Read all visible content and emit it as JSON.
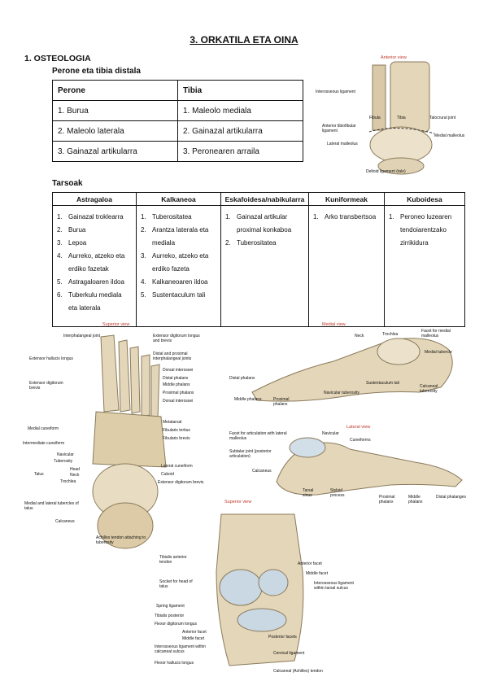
{
  "title": "3. ORKATILA ETA OINA",
  "section": "1. OSTEOLOGIA",
  "perone_tibia": {
    "heading": "Perone eta tibia distala",
    "columns": [
      "Perone",
      "Tibia"
    ],
    "rows": [
      [
        "1. Burua",
        "1. Maleolo mediala"
      ],
      [
        "2. Maleolo laterala",
        "2. Gainazal artikularra"
      ],
      [
        "3. Gainazal artikularra",
        "3. Peronearen arraila"
      ]
    ]
  },
  "tarsoak": {
    "heading": "Tarsoak",
    "columns": [
      "Astragaloa",
      "Kalkaneoa",
      "Eskafoidesa/nabikularra",
      "Kuniformeak",
      "Kuboidesa"
    ],
    "cells": [
      [
        {
          "n": "1.",
          "t": "Gainazal troklearra"
        },
        {
          "n": "2.",
          "t": "Burua"
        },
        {
          "n": "3.",
          "t": "Lepoa"
        },
        {
          "n": "4.",
          "t": "Aurreko, atzeko eta erdiko fazetak"
        },
        {
          "n": "5.",
          "t": "Astragaloaren ildoa"
        },
        {
          "n": "6.",
          "t": "Tuberkulu mediala eta laterala"
        }
      ],
      [
        {
          "n": "1.",
          "t": "Tuberositatea"
        },
        {
          "n": "2.",
          "t": "Arantza laterala eta mediala"
        },
        {
          "n": "3.",
          "t": "Aurreko, atzeko eta erdiko fazeta"
        },
        {
          "n": "4.",
          "t": "Kalkaneoaren ildoa"
        },
        {
          "n": "5.",
          "t": "Sustentaculum tali"
        }
      ],
      [
        {
          "n": "1.",
          "t": "Gainazal artikular proximal konkaboa"
        },
        {
          "n": "2.",
          "t": "Tuberositatea"
        }
      ],
      [
        {
          "n": "1.",
          "t": "Arko transbertsoa"
        }
      ],
      [
        {
          "n": "1.",
          "t": "Peroneo luzearen tendoiarentzako zirrikidura"
        }
      ]
    ]
  },
  "figures": {
    "anterior": {
      "view": "Anterior view",
      "labels": [
        "Interosseous ligament",
        "Fibula",
        "Tibia",
        "Anterior tibiofibular ligament",
        "Lateral malleolus",
        "Talocrural joint",
        "Medial malleolus",
        "Deltoid ligament (talo)"
      ]
    },
    "superior_foot": {
      "view": "Superior view",
      "labels": [
        "Interphalangeal joint",
        "Extensor hallucis longus",
        "Extensor digitorum brevis",
        "Extensor digitorum longus and brevis",
        "Distal and proximal interphalangeal joints",
        "Dorsal interossei",
        "Distal phalanx",
        "Middle phalanx",
        "Proximal phalanx",
        "Dorsal interossei",
        "Metatarsal",
        "Fibularis tertius",
        "Fibularis brevis",
        "Medial cuneiform",
        "Intermediate cuneiform",
        "Navicular",
        "Tuberosity",
        "Head",
        "Neck",
        "Trochlea",
        "Talus",
        "Lateral cuneiform",
        "Cuboid",
        "Extensor digitorum brevis",
        "Medial and lateral tubercles of talus",
        "Calcaneus",
        "Achilles tendon attaching to tuberosity"
      ]
    },
    "medial": {
      "view": "Medial view",
      "labels": [
        "Neck",
        "Trochlea",
        "Facet for medial malleolus",
        "Medial tubercle",
        "Distal phalanx",
        "Middle phalanx",
        "Proximal phalanx",
        "Sustentaculum tali",
        "Navicular tuberosity",
        "Calcaneal tuberosity"
      ]
    },
    "lateral": {
      "view": "Lateral view",
      "labels": [
        "Facet for articulation with lateral malleolus",
        "Navicular",
        "Cuneiforms",
        "Subtalar joint (posterior articulation)",
        "Calcaneus",
        "Tarsal sinus",
        "Styloid process",
        "Proximal phalanx",
        "Middle phalanx",
        "Distal phalanges"
      ]
    },
    "superior_tarsal": {
      "view": "Superior view",
      "labels": [
        "Tibialis anterior tendon",
        "Socket for head of talus",
        "Spring ligament",
        "Tibialis posterior",
        "Flexor digitorum longus",
        "Anterior facet",
        "Middle facet",
        "Interosseous ligament within calcaneal sulcus",
        "Flexor hallucis longus",
        "Anterior facet",
        "Middle facet",
        "Interosseous ligament within tarsal sulcus",
        "Posterior facets",
        "Cervical ligament",
        "Calcaneal (Achilles) tendon"
      ]
    }
  }
}
